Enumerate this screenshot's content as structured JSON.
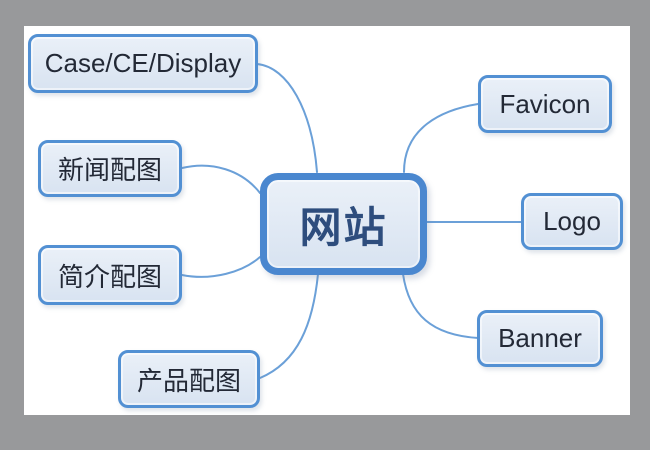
{
  "theme": {
    "frame_gray": "#98999b",
    "canvas_white": "#ffffff",
    "node_fill_top": "#eaf0f8",
    "node_fill_bottom": "#d8e3f1",
    "node_border_blue": "#5290d3",
    "center_border_blue": "#4a87cf",
    "edge_blue": "#6ba0d8",
    "label_text": "#232936",
    "center_text": "#2e4d7d"
  },
  "mindmap": {
    "center": {
      "label": "网站"
    },
    "left_branches": [
      {
        "label": "Case/CE/Display"
      },
      {
        "label": "新闻配图"
      },
      {
        "label": "简介配图"
      },
      {
        "label": "产品配图"
      }
    ],
    "right_branches": [
      {
        "label": "Favicon"
      },
      {
        "label": "Logo"
      },
      {
        "label": "Banner"
      }
    ]
  }
}
